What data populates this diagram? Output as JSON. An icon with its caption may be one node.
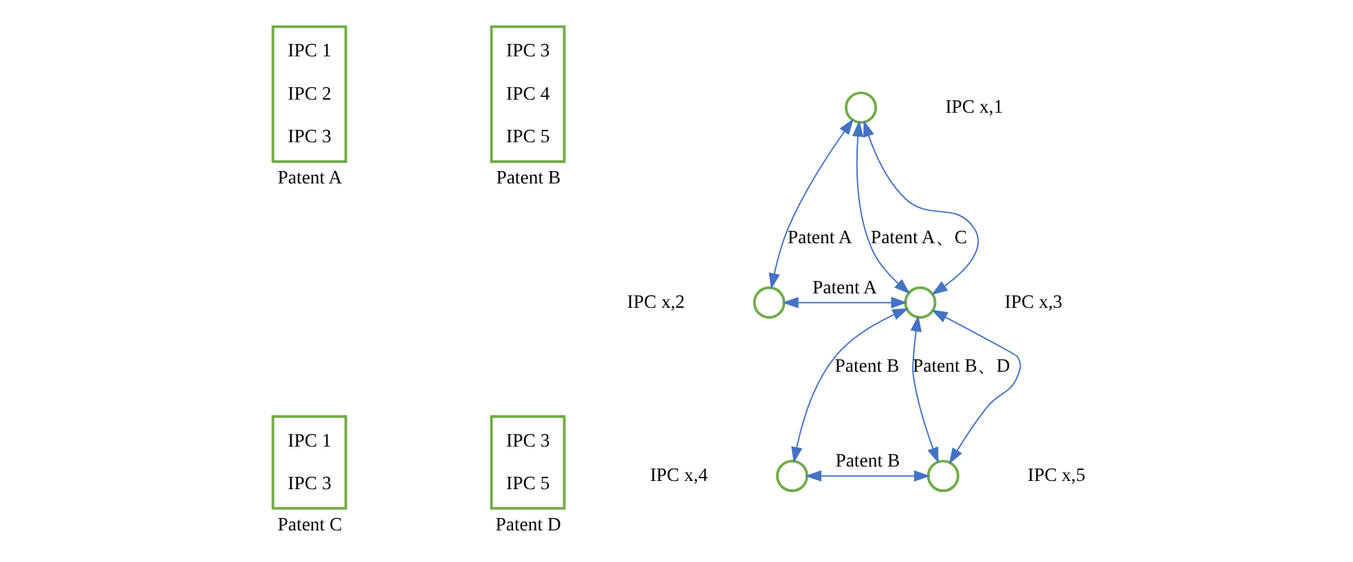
{
  "diagram": {
    "nodes": [
      {
        "text": [
          "IPC 1",
          "IPC 2",
          "IPC 3"
        ],
        "beside": [
          "Patent A"
        ]
      },
      {
        "text": [
          "IPC 3",
          "IPC 4",
          "IPC 5"
        ],
        "beside": [
          "Patent B"
        ]
      },
      {
        "text": [
          "IPC 1",
          "IPC 3"
        ],
        "beside": [
          "Patent C"
        ]
      },
      {
        "text": [
          "IPC 3",
          "IPC 5"
        ],
        "beside": [
          "Patent D"
        ]
      },
      {
        "text": [],
        "shape": "circle",
        "beside": [
          "IPC x,1"
        ]
      },
      {
        "text": [],
        "shape": "circle",
        "beside": [
          "IPC x,2"
        ]
      },
      {
        "text": [],
        "shape": "circle",
        "beside": [
          "IPC x,3"
        ]
      },
      {
        "text": [],
        "shape": "circle",
        "beside": [
          "IPC x,4"
        ]
      },
      {
        "text": [],
        "shape": "circle",
        "beside": [
          "IPC x,5"
        ]
      }
    ],
    "edges": [
      {
        "from": 4,
        "to": 5,
        "arrow": "both",
        "label": "Patent A"
      },
      {
        "from": 4,
        "to": 6,
        "arrow": "both",
        "label": "Patent A、C"
      },
      {
        "from": 4,
        "to": 6,
        "arrow": "both"
      },
      {
        "from": 5,
        "to": 6,
        "arrow": "both",
        "label": "Patent A"
      },
      {
        "from": 6,
        "to": 7,
        "arrow": "both",
        "label": "Patent B"
      },
      {
        "from": 6,
        "to": 8,
        "arrow": "both",
        "label": "Patent B、D"
      },
      {
        "from": 6,
        "to": 8,
        "arrow": "both"
      },
      {
        "from": 7,
        "to": 8,
        "arrow": "both",
        "label": "Patent B"
      }
    ]
  }
}
